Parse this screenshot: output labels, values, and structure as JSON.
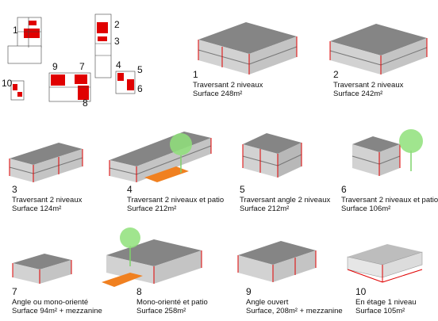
{
  "plan_labels": [
    "1",
    "2",
    "3",
    "4",
    "5",
    "6",
    "7",
    "8",
    "9",
    "10"
  ],
  "units": [
    {
      "num": "1",
      "line1": "Traversant 2 niveaux",
      "line2": "Surface 248m²"
    },
    {
      "num": "2",
      "line1": "Traversant 2 niveaux",
      "line2": "Surface 242m²"
    },
    {
      "num": "3",
      "line1": "Traversant 2 niveaux",
      "line2": "Surface 124m²"
    },
    {
      "num": "4",
      "line1": "Traversant 2 niveaux et patio",
      "line2": "Surface 212m²"
    },
    {
      "num": "5",
      "line1": "Traversant angle 2 niveaux",
      "line2": "Surface 212m²"
    },
    {
      "num": "6",
      "line1": "Traversant 2 niveaux et patio",
      "line2": "Surface 106m²"
    },
    {
      "num": "7",
      "line1": "Angle ou mono-orienté",
      "line2": "Surface 94m² + mezzanine"
    },
    {
      "num": "8",
      "line1": "Mono-orienté et patio",
      "line2": "Surface  258m²"
    },
    {
      "num": "9",
      "line1": "Angle ouvert",
      "line2": "Surface, 208m² + mezzanine"
    },
    {
      "num": "10",
      "line1": "En étage 1 niveau",
      "line2": "Surface 105m²"
    }
  ],
  "colors": {
    "roof": "#858585",
    "wall": "#c9c9c9",
    "wall_dark": "#a9a9a9",
    "highlight": "#e00000",
    "patio": "#f08020",
    "tree": "#8fe07a"
  }
}
